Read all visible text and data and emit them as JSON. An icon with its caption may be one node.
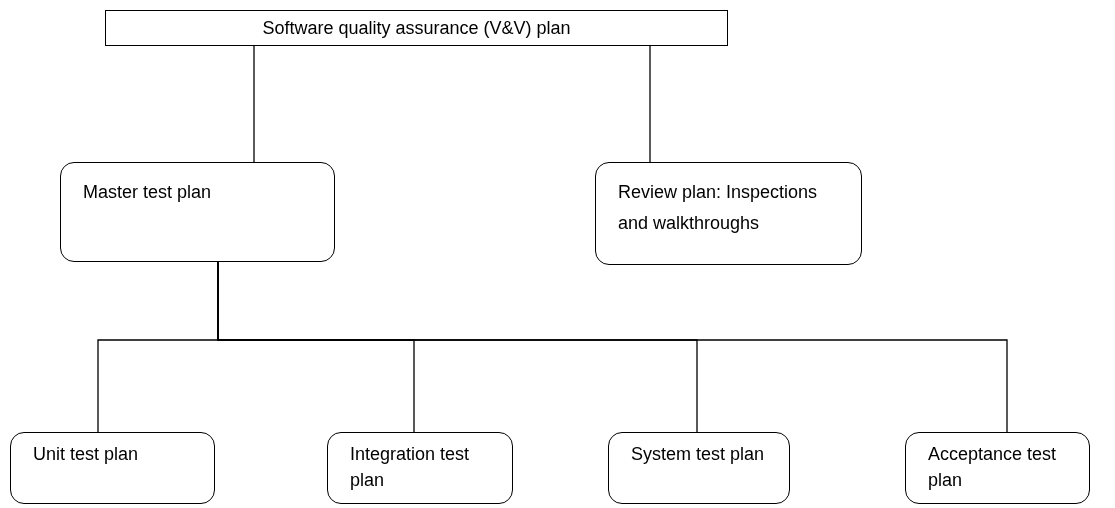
{
  "diagram": {
    "nodes": [
      {
        "text": [
          "Software quality assurance (V&V) plan"
        ]
      },
      {
        "text": [
          "Master test plan"
        ]
      },
      {
        "text": [
          "Review plan:  Inspections and walkthroughs"
        ]
      },
      {
        "text": [
          "Unit test plan"
        ]
      },
      {
        "text": [
          "Integration test plan"
        ]
      },
      {
        "text": [
          "System test plan"
        ]
      },
      {
        "text": [
          "Acceptance test plan"
        ]
      }
    ],
    "edges": [
      {
        "from": 0,
        "to": 1,
        "arrow": "none"
      },
      {
        "from": 0,
        "to": 2,
        "arrow": "none"
      },
      {
        "from": 1,
        "to": 3,
        "arrow": "none"
      },
      {
        "from": 1,
        "to": 4,
        "arrow": "none"
      },
      {
        "from": 1,
        "to": 5,
        "arrow": "none"
      },
      {
        "from": 1,
        "to": 6,
        "arrow": "none"
      }
    ]
  }
}
